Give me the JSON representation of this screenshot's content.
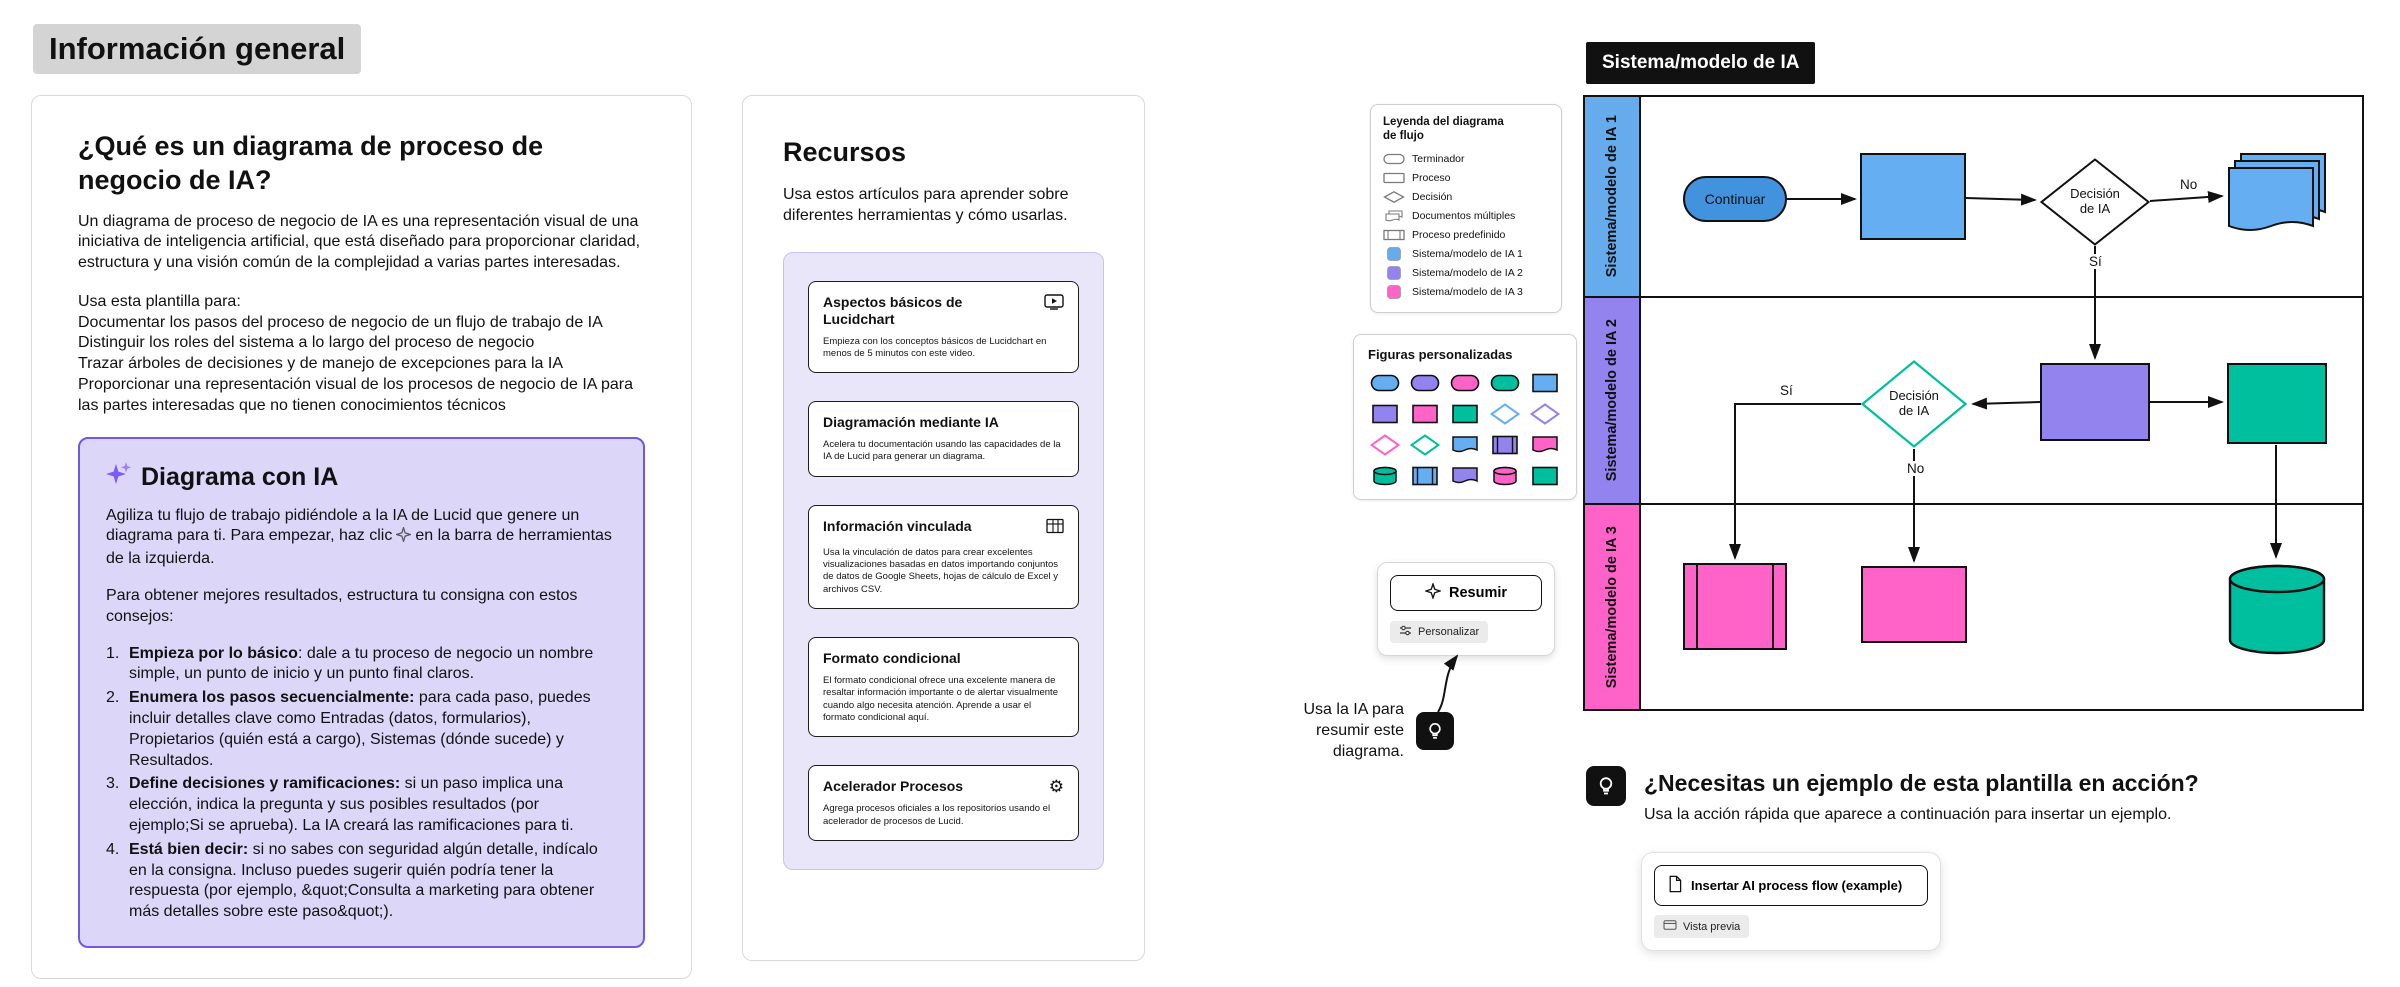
{
  "page": {
    "title": "Información general"
  },
  "colors": {
    "lane_blue": "#66ACEC",
    "lane_purple": "#9283EE",
    "lane_pink": "#FF63C8",
    "node_blue_dark": "#4193DD",
    "node_blue": "#66AEF2",
    "node_purple": "#9283EE",
    "node_pink": "#FF63C8",
    "node_teal": "#00BF9F",
    "accent_purple": "#6E5AE0",
    "ai_box_bg": "#DCD7F8",
    "badge_bg": "#111111"
  },
  "overview": {
    "heading": "¿Qué es un diagrama de proceso de negocio de IA?",
    "p1": "Un diagrama de proceso de negocio de IA es una representación visual de una iniciativa de inteligencia artificial, que está diseñado para proporcionar claridad, estructura y una visión común de la complejidad a varias partes interesadas.",
    "use_intro": "Usa esta plantilla para:",
    "use_items": [
      "Documentar los pasos del proceso de negocio de un flujo de trabajo de IA",
      "Distinguir los roles del sistema a lo largo del proceso de negocio",
      "Trazar árboles de decisiones y de manejo de excepciones para la IA",
      "Proporcionar una representación visual de los procesos de negocio de IA para las partes interesadas que no tienen conocimientos técnicos"
    ],
    "ai_box": {
      "title": "Diagrama con IA",
      "p1a": "Agiliza tu flujo de trabajo pidiéndole a la IA de Lucid que genere un diagrama para ti. Para empezar, haz clic",
      "p1b": "en la barra de herramientas de la izquierda.",
      "p2": "Para obtener mejores resultados, estructura tu consigna con estos consejos:",
      "tips": [
        {
          "num": "1.",
          "bold": "Empieza por lo básico",
          "text": ": dale a tu proceso de negocio un nombre simple, un punto de inicio y un punto final claros."
        },
        {
          "num": "2.",
          "bold": "Enumera los pasos secuencialmente:",
          "text": " para cada paso, puedes incluir detalles clave como Entradas (datos, formularios), Propietarios (quién está a cargo), Sistemas (dónde sucede) y Resultados."
        },
        {
          "num": "3.",
          "bold": "Define decisiones y ramificaciones:",
          "text": " si un paso implica una elección, indica la pregunta y sus posibles resultados (por ejemplo;Si se aprueba). La IA creará las ramificaciones para ti."
        },
        {
          "num": "4.",
          "bold": "Está bien decir:",
          "text": " si no sabes con seguridad algún detalle, indícalo en la consigna. Incluso puedes sugerir quién podría tener la respuesta (por ejemplo, &quot;Consulta a marketing para obtener más detalles sobre este paso&quot;)."
        }
      ]
    }
  },
  "resources": {
    "heading": "Recursos",
    "subtitle": "Usa estos artículos para aprender sobre diferentes herramientas y cómo usarlas.",
    "items": [
      {
        "title": "Aspectos básicos de Lucidchart",
        "desc": "Empieza con los conceptos básicos de Lucidchart en menos de 5 minutos con este video.",
        "icon": "video-icon"
      },
      {
        "title": "Diagramación mediante IA",
        "desc": "Acelera tu documentación usando las capacidades de la IA de Lucid para generar un diagrama.",
        "icon": ""
      },
      {
        "title": "Información vinculada",
        "desc": "Usa la vinculación de datos para crear excelentes visualizaciones basadas en datos importando conjuntos de datos de Google Sheets, hojas de cálculo de Excel y archivos CSV.",
        "icon": "data-linking-icon"
      },
      {
        "title": "Formato condicional",
        "desc": "El formato condicional ofrece una excelente manera de resaltar información importante o de alertar visualmente cuando algo necesita atención. Aprende a usar el formato condicional aquí.",
        "icon": ""
      },
      {
        "title": "Acelerador Procesos",
        "desc": "Agrega procesos oficiales a los repositorios usando el acelerador de procesos de Lucid.",
        "icon": "process-accelerator-icon"
      }
    ]
  },
  "legend": {
    "title": "Leyenda del diagrama de flujo",
    "items": [
      {
        "label": "Terminador",
        "icon": "terminator"
      },
      {
        "label": "Proceso",
        "icon": "process"
      },
      {
        "label": "Decisión",
        "icon": "decision"
      },
      {
        "label": "Documentos múltiples",
        "icon": "multiple-documents"
      },
      {
        "label": "Proceso predefinido",
        "icon": "predefined-process"
      },
      {
        "label": "Sistema/modelo de IA 1",
        "icon": "swatch",
        "color": "#66ACEC"
      },
      {
        "label": "Sistema/modelo de IA 2",
        "icon": "swatch",
        "color": "#9283EE"
      },
      {
        "label": "Sistema/modelo de IA 3",
        "icon": "swatch",
        "color": "#FF63C8"
      }
    ]
  },
  "custom_shapes": {
    "title": "Figuras personalizadas",
    "shapes": [
      {
        "t": "pill",
        "c": "#66AEF2"
      },
      {
        "t": "pill",
        "c": "#9283EE"
      },
      {
        "t": "pill",
        "c": "#FF63C8"
      },
      {
        "t": "pill",
        "c": "#00BF9F"
      },
      {
        "t": "square",
        "c": "#66AEF2"
      },
      {
        "t": "square",
        "c": "#9283EE"
      },
      {
        "t": "square",
        "c": "#FF63C8"
      },
      {
        "t": "square",
        "c": "#00BF9F"
      },
      {
        "t": "diamond",
        "c": "#66AEF2"
      },
      {
        "t": "diamond",
        "c": "#9283EE"
      },
      {
        "t": "diamond",
        "c": "#FF63C8"
      },
      {
        "t": "diamond",
        "c": "#00BF9F"
      },
      {
        "t": "doc",
        "c": "#66AEF2"
      },
      {
        "t": "predef",
        "c": "#9283EE"
      },
      {
        "t": "doc",
        "c": "#FF63C8"
      },
      {
        "t": "cyl",
        "c": "#00BF9F"
      },
      {
        "t": "predef",
        "c": "#66AEF2"
      },
      {
        "t": "doc",
        "c": "#9283EE"
      },
      {
        "t": "cyl",
        "c": "#FF63C8"
      },
      {
        "t": "square",
        "c": "#00BF9F"
      }
    ]
  },
  "summarize": {
    "button": "Resumir",
    "customize": "Personalizar"
  },
  "hint": {
    "text": "Usa la IA para resumir este diagrama."
  },
  "diagram": {
    "badge": "Sistema/modelo de IA",
    "lanes": [
      {
        "label": "Sistema/modelo de IA 1",
        "color": "#66ACEC"
      },
      {
        "label": "Sistema/modelo de IA 2",
        "color": "#9283EE"
      },
      {
        "label": "Sistema/modelo de IA 3",
        "color": "#FF63C8"
      }
    ],
    "nodes": {
      "start": "Continuar",
      "decision1_line1": "Decisión",
      "decision1_line2": "de IA",
      "decision2_line1": "Decisión",
      "decision2_line2": "de IA"
    },
    "edge_labels": {
      "no1": "No",
      "si1": "Sí",
      "si2": "Sí",
      "no2": "No"
    }
  },
  "example": {
    "heading": "¿Necesitas un ejemplo de esta plantilla en acción?",
    "subtitle": "Usa la acción rápida que aparece a continuación para insertar un ejemplo.",
    "insert_button": "Insertar AI process flow (example)",
    "preview_label": "Vista previa"
  }
}
